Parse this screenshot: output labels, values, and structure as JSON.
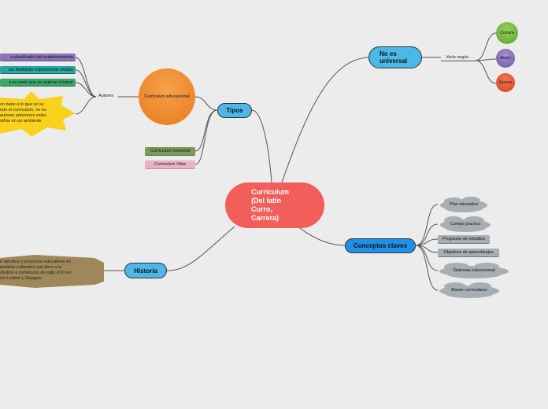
{
  "central": {
    "title": "Curriculum (Del latín Curro, Carrera)"
  },
  "tipos": {
    "label": "Tipos",
    "educacional": "Curriculum educacional",
    "funcional": "Curriculum funcional",
    "vitae": "Curriculum Vitae",
    "autores": "Autores",
    "autor_items": [
      "o planificado del establecimiento",
      "zar mediante experiencias vividas",
      "s en serie que se aspiran a lograr"
    ],
    "star_text": "on base a lo que se va\nndo el currículum, no es\nautores anteriores estas\nniños en un ambiente"
  },
  "no_universal": {
    "label": "No es universal",
    "varia": "Varía según",
    "items": [
      "Cultura",
      "Autor",
      "Época"
    ]
  },
  "historia": {
    "label": "Historia",
    "text": "e estudios y proyectos educativos en\námbitos culturales que llevo a la\nstudios a comienzos de siglo XVII en\nmo Leiden y Glasgow"
  },
  "conceptos": {
    "label": "Conceptos claves",
    "items": [
      "Plan educativo",
      "Campo practico",
      "Programa de estudios",
      "Objetivos de aprendizajes",
      "Sistemas educacional",
      "Bases curriculares"
    ]
  },
  "colors": {
    "background": "#ececec",
    "central": "#f25f5a",
    "branch": "#4cb8e8",
    "conceptos": "#1e90e6",
    "cultura": "#7cc242",
    "autor": "#8b74b8",
    "epoca": "#e8542e",
    "educacional": "#f0922e",
    "funcional": "#7a9a5a",
    "vitae": "#e8b4c4",
    "historia_box": "#a0875a",
    "star": "#f8d21c",
    "cloud": "#a7aeb4"
  }
}
